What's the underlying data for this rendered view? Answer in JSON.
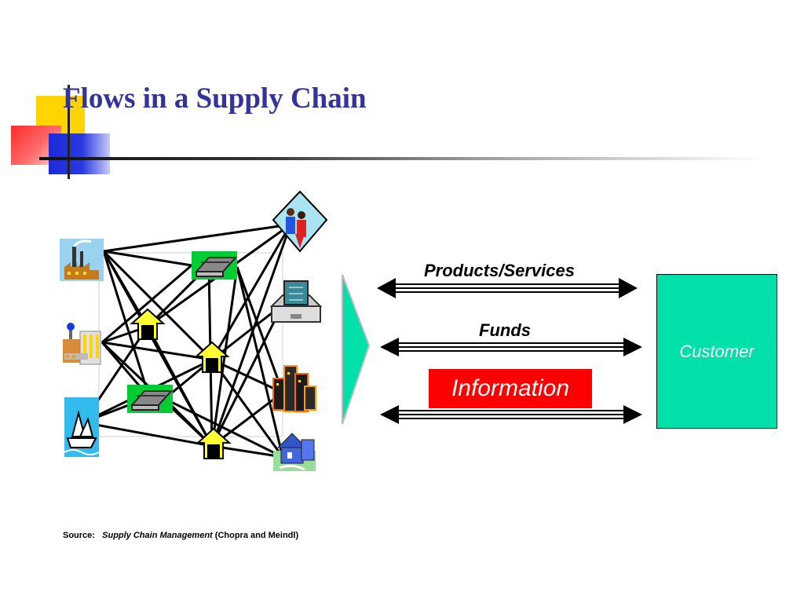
{
  "slide": {
    "title": "Flows in a Supply Chain",
    "colors": {
      "title": "#333399",
      "customer_box": "#00e0a8",
      "information_box": "#ff0000",
      "chevron": "#00e0a8",
      "warehouse": "#00cc33",
      "distributor_arrow": "#ffff33"
    }
  },
  "diagram": {
    "nodes": {
      "suppliers": [
        "factory-icon",
        "refinery-icon",
        "ship-icon"
      ],
      "warehouses": [
        "warehouse-icon",
        "warehouse-icon"
      ],
      "distributors": [
        "distributor-arrow-icon",
        "distributor-arrow-icon",
        "distributor-arrow-icon"
      ],
      "customers": [
        "people-icon",
        "store-icon",
        "city-icon",
        "houses-icon"
      ]
    }
  },
  "flows": {
    "products_label": "Products/Services",
    "funds_label": "Funds",
    "information_label": "Information"
  },
  "customer": {
    "label": "Customer"
  },
  "source": {
    "prefix": "Source:",
    "book": "Supply Chain Management",
    "authors": "(Chopra and Meindl)"
  }
}
